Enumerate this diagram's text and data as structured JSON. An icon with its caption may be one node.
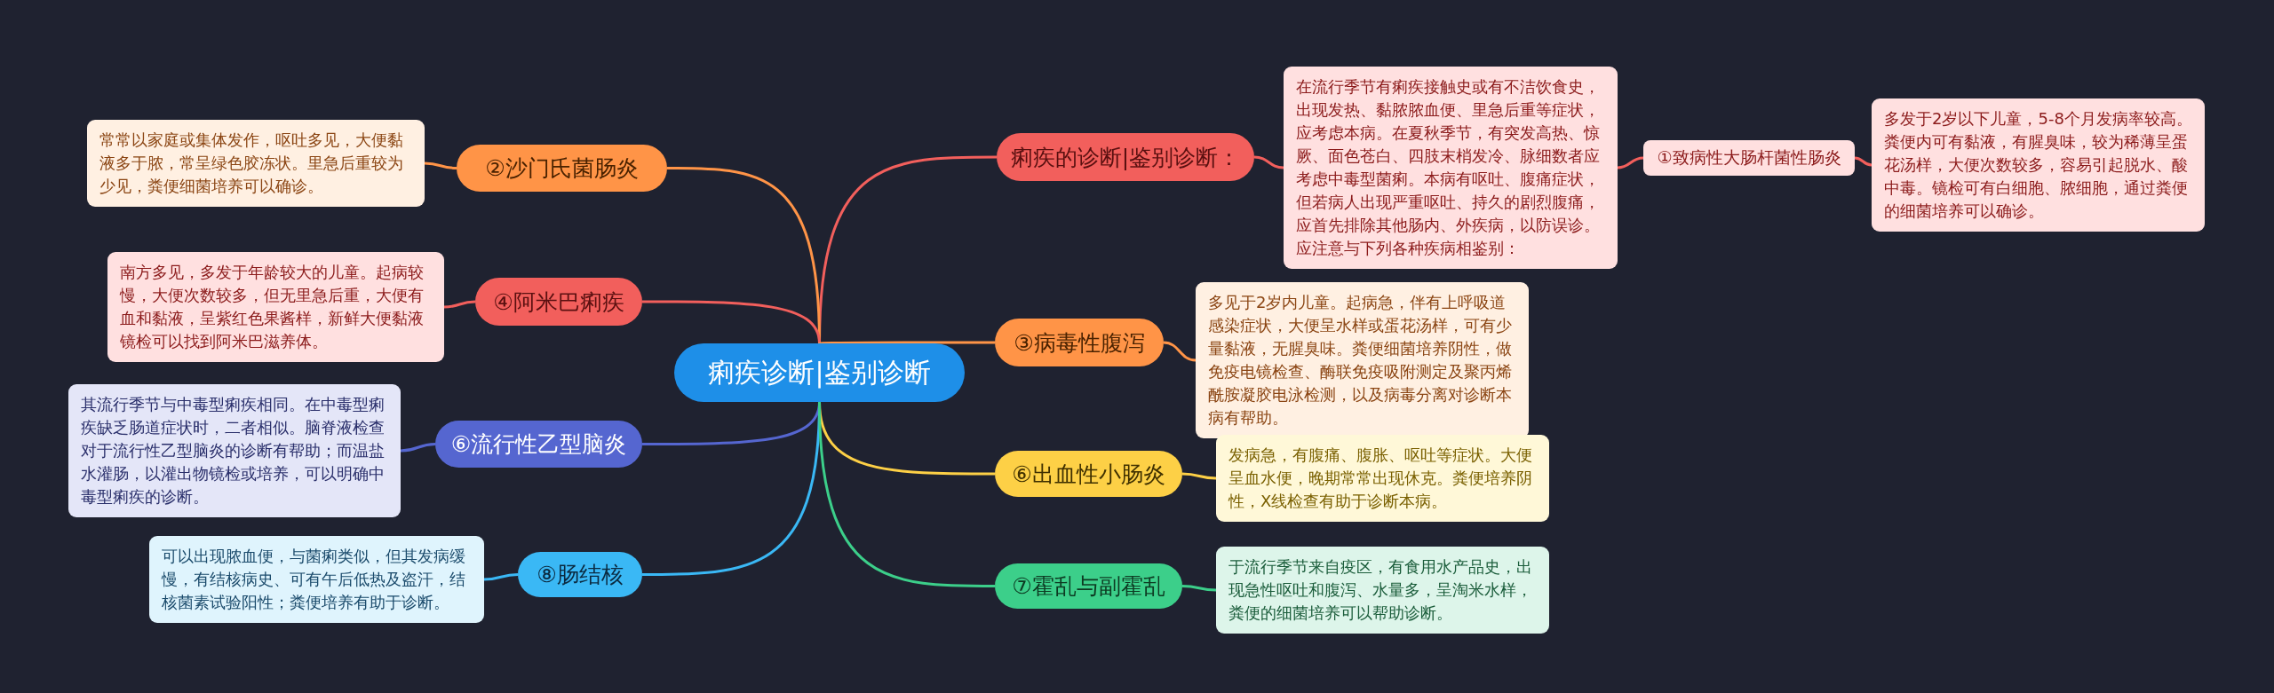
{
  "diagram": {
    "nodes": [
      {
        "text": [
          "痢疾诊断|鉴别诊断"
        ]
      },
      {
        "text": [
          "痢疾的诊断|鉴别诊断："
        ]
      },
      {
        "text": [
          "在流行季节有痢疾接触史或有不洁饮食史，出现发热、黏脓脓血便、里急后重等症状，应考虑本病。在夏秋季节，有突发高热、惊厥、面色苍白、四肢末梢发冷、脉细数者应考虑中毒型菌痢。本病有呕吐、腹痛症状，但若病人出现严重呕吐、持久的剧烈腹痛，应首先排除其他肠内、外疾病，以防误诊。应注意与下列各种疾病相鉴别："
        ]
      },
      {
        "text": [
          "①致病性大肠杆菌性肠炎"
        ]
      },
      {
        "text": [
          "多发于2岁以下儿童，5-8个月发病率较高。粪便内可有黏液，有腥臭味，较为稀薄呈蛋花汤样，大便次数较多，容易引起脱水、酸中毒。镜检可有白细胞、脓细胞，通过粪便的细菌培养可以确诊。"
        ]
      },
      {
        "text": [
          "②沙门氏菌肠炎"
        ]
      },
      {
        "text": [
          "常常以家庭或集体发作，呕吐多见，大便黏液多于脓，常呈绿色胶冻状。里急后重较为少见，粪便细菌培养可以确诊。"
        ]
      },
      {
        "text": [
          "④阿米巴痢疾"
        ]
      },
      {
        "text": [
          "南方多见，多发于年龄较大的儿童。起病较慢，大便次数较多，但无里急后重，大便有血和黏液，呈紫红色果酱样，新鲜大便黏液镜检可以找到阿米巴滋养体。"
        ]
      },
      {
        "text": [
          "③病毒性腹泻"
        ]
      },
      {
        "text": [
          "多见于2岁内儿童。起病急，伴有上呼吸道感染症状，大便呈水样或蛋花汤样，可有少量黏液，无腥臭味。粪便细菌培养阴性，做免疫电镜检查、酶联免疫吸附测定及聚丙烯酰胺凝胶电泳检测，以及病毒分离对诊断本病有帮助。"
        ]
      },
      {
        "text": [
          "⑥流行性乙型脑炎"
        ]
      },
      {
        "text": [
          "其流行季节与中毒型痢疾相同。在中毒型痢疾缺乏肠道症状时，二者相似。脑脊液检查对于流行性乙型脑炎的诊断有帮助；而温盐水灌肠，以灌出物镜检或培养，可以明确中毒型痢疾的诊断。"
        ]
      },
      {
        "text": [
          "⑥出血性小肠炎"
        ]
      },
      {
        "text": [
          "发病急，有腹痛、腹胀、呕吐等症状。大便呈血水便，晚期常常出现休克。粪便培养阴性，X线检查有助于诊断本病。"
        ]
      },
      {
        "text": [
          "⑧肠结核"
        ]
      },
      {
        "text": [
          "可以出现脓血便，与菌痢类似，但其发病缓慢，有结核病史、可有午后低热及盗汗，结核菌素试验阳性；粪便培养有助于诊断。"
        ]
      },
      {
        "text": [
          "⑦霍乱与副霍乱"
        ]
      },
      {
        "text": [
          "于流行季节来自疫区，有食用水产品史，出现急性呕吐和腹泻、水量多，呈淘米水样，粪便的细菌培养可以帮助诊断。"
        ]
      }
    ],
    "edges": [
      {
        "from": 0,
        "to": 1,
        "arrow": "none",
        "color": "#f25f5c"
      },
      {
        "from": 1,
        "to": 2,
        "arrow": "none",
        "color": "#f25f5c"
      },
      {
        "from": 2,
        "to": 3,
        "arrow": "none",
        "color": "#f25f5c"
      },
      {
        "from": 3,
        "to": 4,
        "arrow": "none",
        "color": "#f25f5c"
      },
      {
        "from": 0,
        "to": 5,
        "arrow": "none",
        "color": "#ff9447"
      },
      {
        "from": 5,
        "to": 6,
        "arrow": "none",
        "color": "#ff9447"
      },
      {
        "from": 0,
        "to": 7,
        "arrow": "none",
        "color": "#f25f5c"
      },
      {
        "from": 7,
        "to": 8,
        "arrow": "none",
        "color": "#f25f5c"
      },
      {
        "from": 0,
        "to": 9,
        "arrow": "none",
        "color": "#ff9447"
      },
      {
        "from": 9,
        "to": 10,
        "arrow": "none",
        "color": "#ff9447"
      },
      {
        "from": 0,
        "to": 11,
        "arrow": "none",
        "color": "#5566d0"
      },
      {
        "from": 11,
        "to": 12,
        "arrow": "none",
        "color": "#5566d0"
      },
      {
        "from": 0,
        "to": 13,
        "arrow": "none",
        "color": "#fdd046"
      },
      {
        "from": 13,
        "to": 14,
        "arrow": "none",
        "color": "#fdd046"
      },
      {
        "from": 0,
        "to": 15,
        "arrow": "none",
        "color": "#3ab8f5"
      },
      {
        "from": 15,
        "to": 16,
        "arrow": "none",
        "color": "#3ab8f5"
      },
      {
        "from": 0,
        "to": 17,
        "arrow": "none",
        "color": "#3ccf8a"
      },
      {
        "from": 17,
        "to": 18,
        "arrow": "none",
        "color": "#3ccf8a"
      }
    ]
  }
}
